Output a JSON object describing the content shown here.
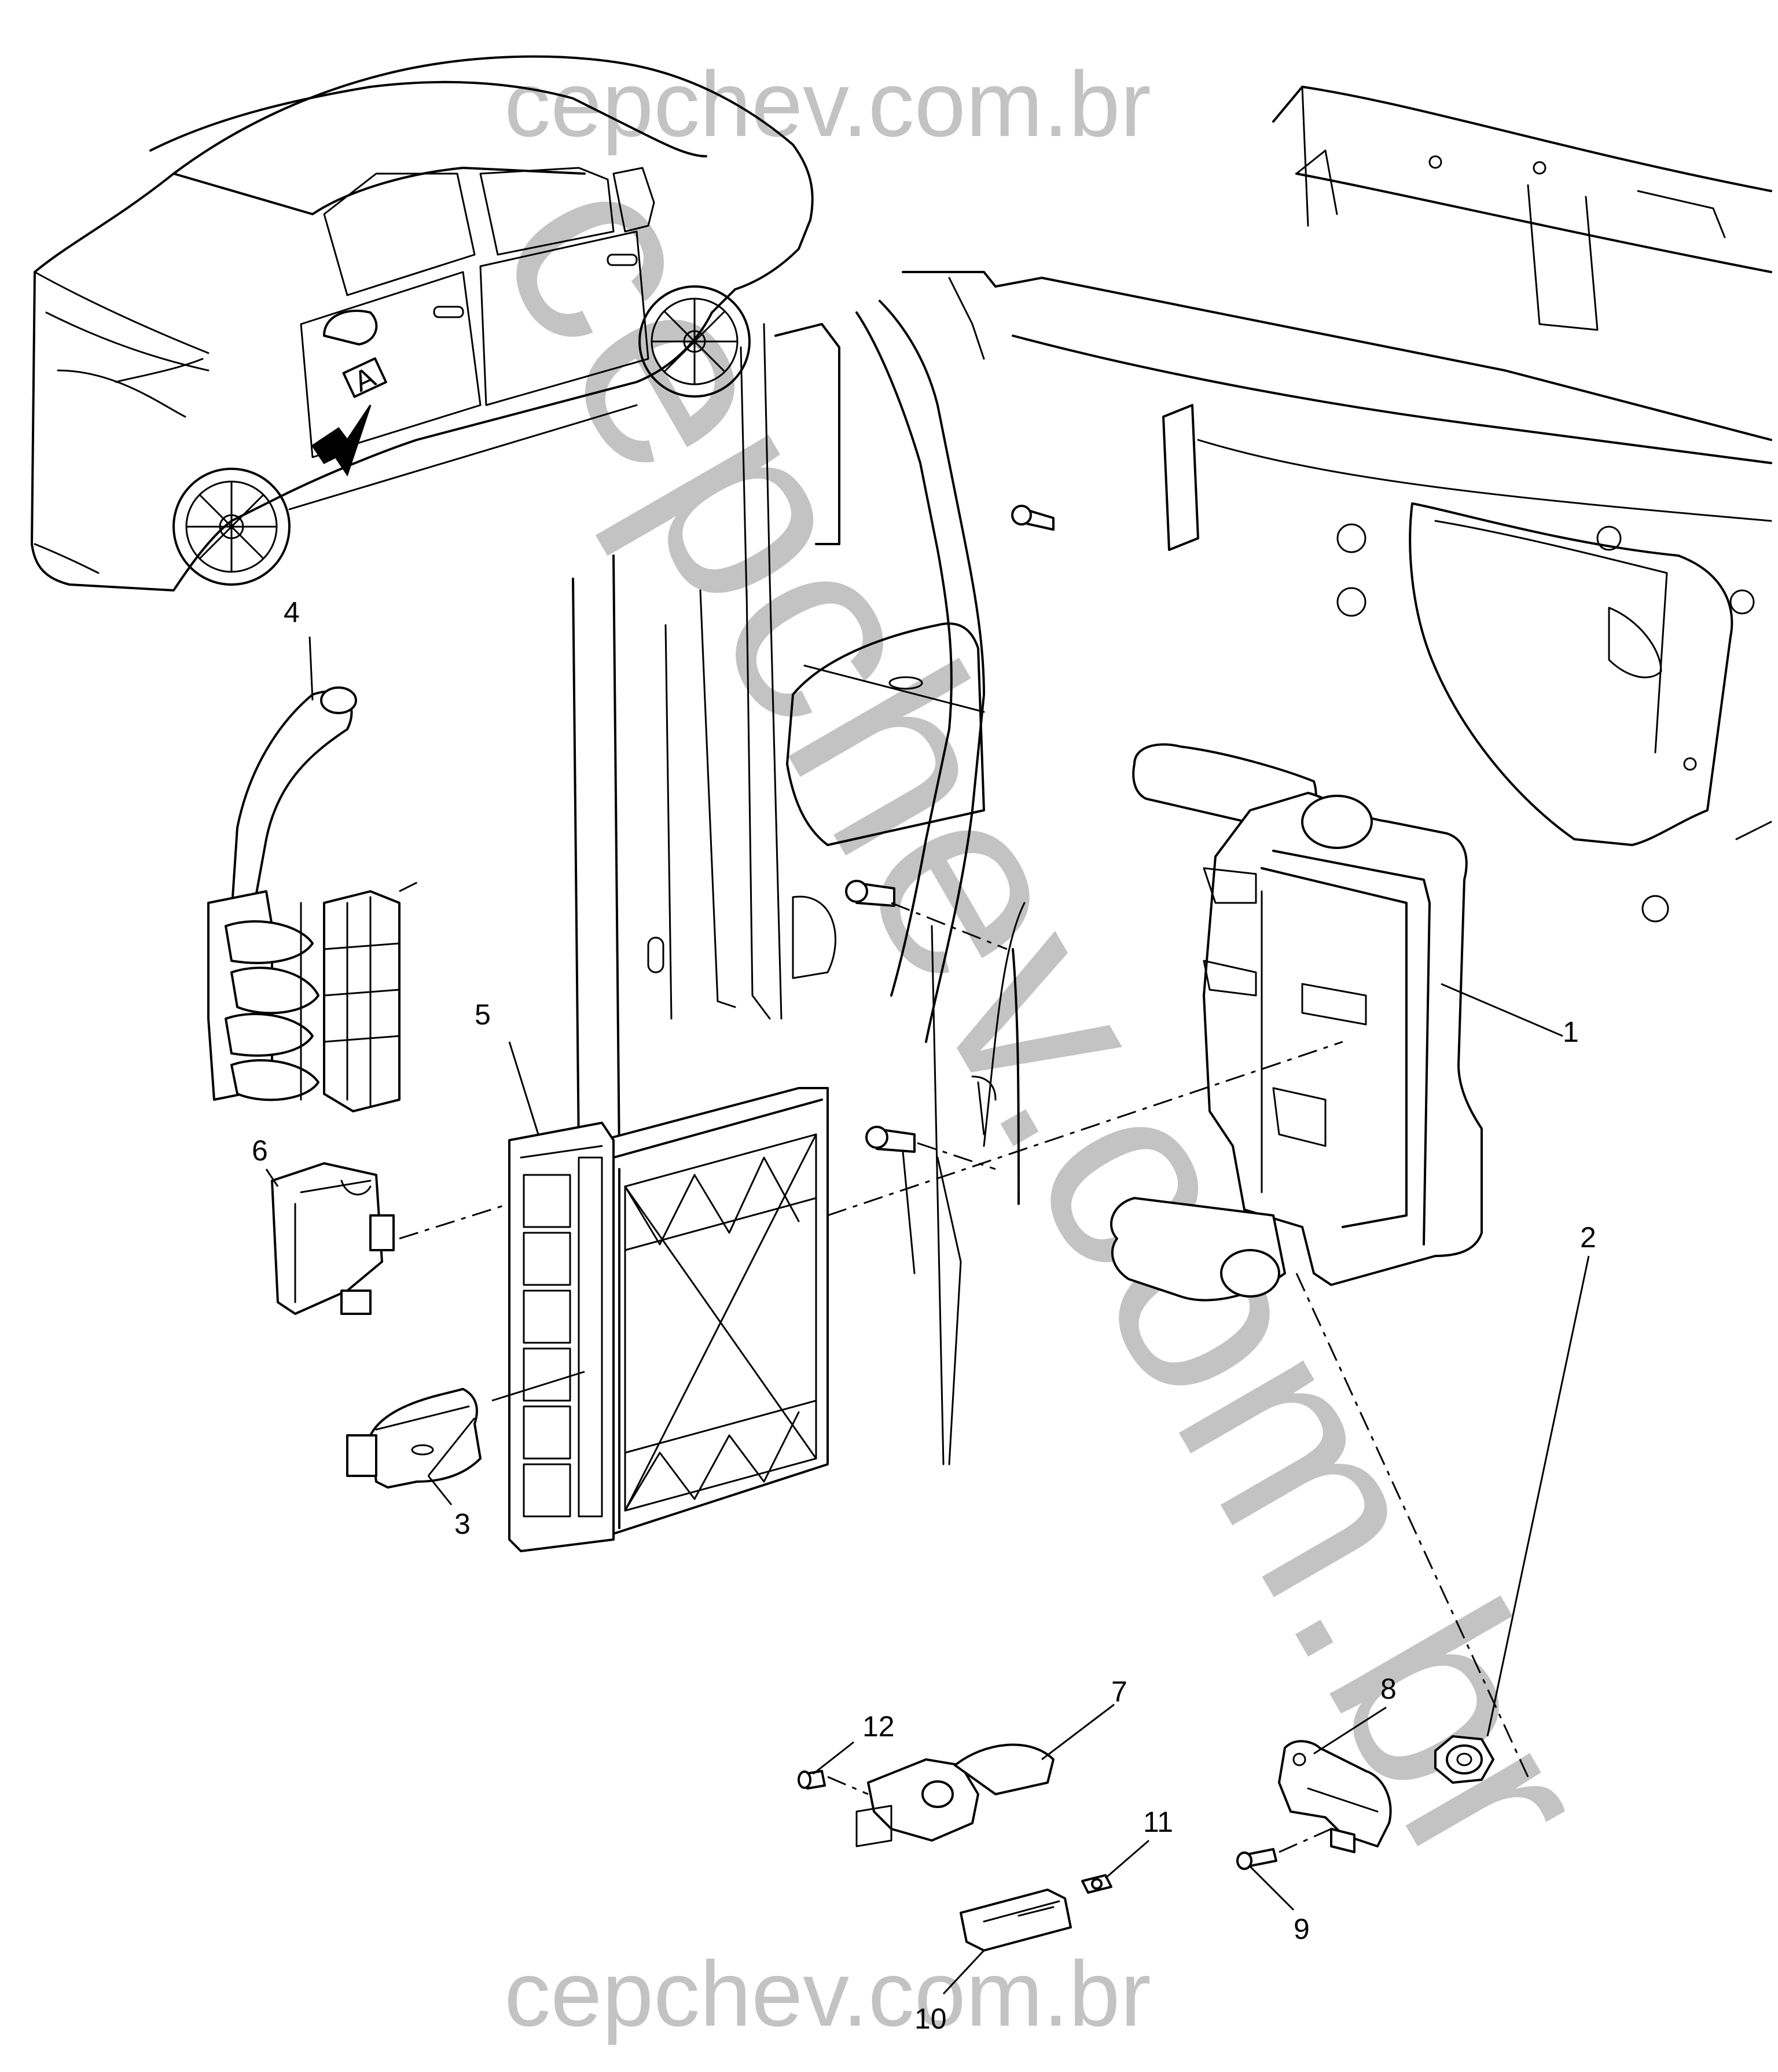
{
  "view": {
    "label": "A"
  },
  "callouts": [
    "1",
    "2",
    "3",
    "4",
    "5",
    "6",
    "7",
    "8",
    "9",
    "10",
    "11",
    "12"
  ],
  "watermarks": {
    "top": "cepchev.com.br",
    "diagonal": "cepchev.com.br",
    "bottom": "cepchev.com.br"
  },
  "colors": {
    "line": "#000000",
    "background": "#ffffff",
    "watermark": "#b8b8b8"
  }
}
